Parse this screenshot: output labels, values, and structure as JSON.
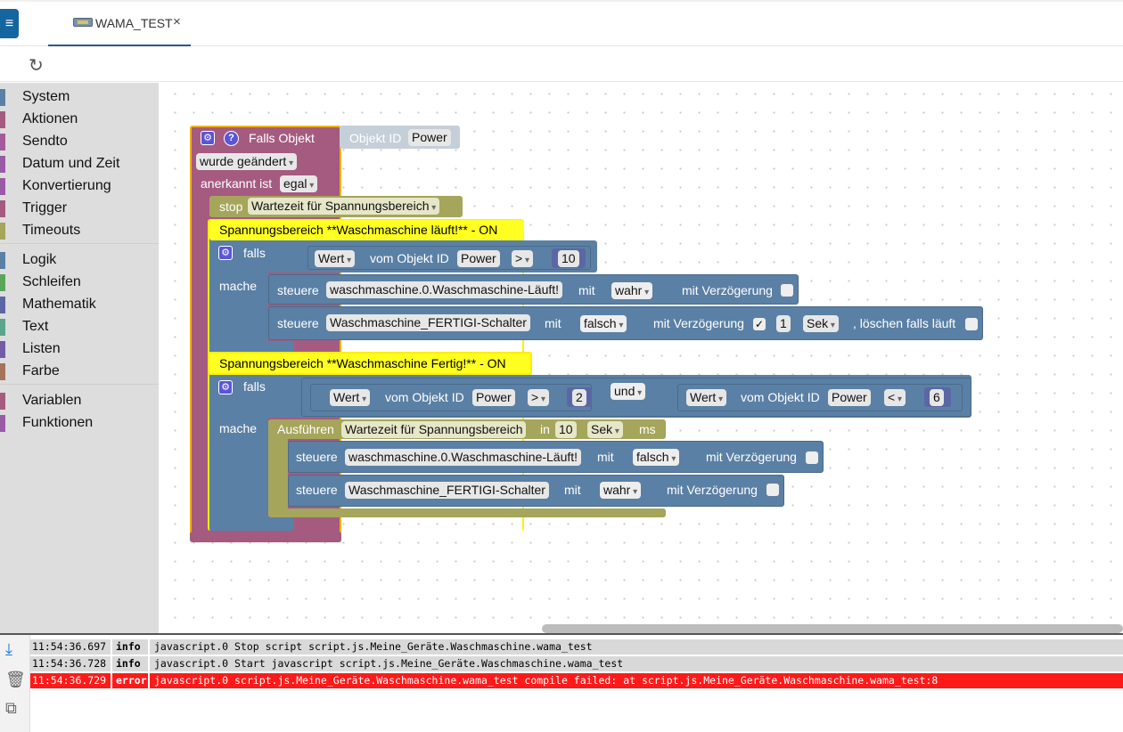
{
  "header": {
    "menu_icon": "menu-icon",
    "tab": {
      "label": "WAMA_TEST",
      "close": "×"
    },
    "reload_icon": "reload-icon"
  },
  "sidebar": {
    "groups": [
      [
        {
          "label": "System",
          "color": "#5b80a5"
        },
        {
          "label": "Aktionen",
          "color": "#a55b80"
        },
        {
          "label": "Sendto",
          "color": "#a55b99"
        },
        {
          "label": "Datum und Zeit",
          "color": "#995ba5"
        },
        {
          "label": "Konvertierung",
          "color": "#995ba5"
        },
        {
          "label": "Trigger",
          "color": "#a55b80"
        },
        {
          "label": "Timeouts",
          "color": "#a5a55b"
        }
      ],
      [
        {
          "label": "Logik",
          "color": "#5b80a5"
        },
        {
          "label": "Schleifen",
          "color": "#5ba55b"
        },
        {
          "label": "Mathematik",
          "color": "#5b67a5"
        },
        {
          "label": "Text",
          "color": "#5ba58c"
        },
        {
          "label": "Listen",
          "color": "#745ba5"
        },
        {
          "label": "Farbe",
          "color": "#a5745b"
        }
      ],
      [
        {
          "label": "Variablen",
          "color": "#a55b80"
        },
        {
          "label": "Funktionen",
          "color": "#995ba5"
        }
      ]
    ]
  },
  "blocks": {
    "trigger": {
      "title": "Falls Objekt",
      "object_label": "Objekt ID",
      "object_value": "Power",
      "event": "wurde geändert",
      "ack_label": "anerkannt ist",
      "ack_value": "egal"
    },
    "stop": {
      "label": "stop",
      "timer": "Wartezeit für Spannungsbereich"
    },
    "comment1": "Spannungsbereich  **Waschmaschine läuft!** - ON",
    "if1": {
      "falls": "falls",
      "mache": "mache",
      "val_label": "Wert",
      "obj_label": "vom Objekt ID",
      "obj": "Power",
      "op": ">",
      "num": "10",
      "set1": {
        "steuere": "steuere",
        "target": "waschmaschine.0.Waschmaschine-Läuft!",
        "mit": "mit",
        "value": "wahr",
        "delay": "mit Verzögerung"
      },
      "set2": {
        "steuere": "steuere",
        "target": "Waschmaschine_FERTIGI-Schalter",
        "mit": "mit",
        "value": "falsch",
        "delay": "mit Verzögerung",
        "check": "✓",
        "delay_num": "1",
        "unit": "Sek",
        "clear": ", löschen falls läuft"
      }
    },
    "comment2": "Spannungsbereich  **Waschmaschine Fertig!** - ON",
    "if2": {
      "falls": "falls",
      "mache": "mache",
      "val_label": "Wert",
      "obj_label": "vom Objekt ID",
      "obj": "Power",
      "op1": ">",
      "num1": "2",
      "und": "und",
      "op2": "<",
      "num2": "6",
      "exec": {
        "label": "Ausführen",
        "timer": "Wartezeit für Spannungsbereich",
        "in": "in",
        "num": "10",
        "unit": "Sek",
        "ms": "ms"
      },
      "set1": {
        "steuere": "steuere",
        "target": "waschmaschine.0.Waschmaschine-Läuft!",
        "mit": "mit",
        "value": "falsch",
        "delay": "mit Verzögerung"
      },
      "set2": {
        "steuere": "steuere",
        "target": "Waschmaschine_FERTIGI-Schalter",
        "mit": "mit",
        "value": "wahr",
        "delay": "mit Verzögerung"
      }
    }
  },
  "log": {
    "tools": [
      "download-icon",
      "delete-icon",
      "copy-icon"
    ],
    "rows": [
      {
        "time": "11:54:36.697",
        "level": "info",
        "msg": "javascript.0 Stop script script.js.Meine_Geräte.Waschmaschine.wama_test"
      },
      {
        "time": "11:54:36.728",
        "level": "info",
        "msg": "javascript.0 Start javascript script.js.Meine_Geräte.Waschmaschine.wama_test"
      },
      {
        "time": "11:54:36.729",
        "level": "error",
        "msg": "javascript.0 script.js.Meine_Geräte.Waschmaschine.wama_test compile failed: at script.js.Meine_Geräte.Waschmaschine.wama_test:8"
      }
    ]
  }
}
